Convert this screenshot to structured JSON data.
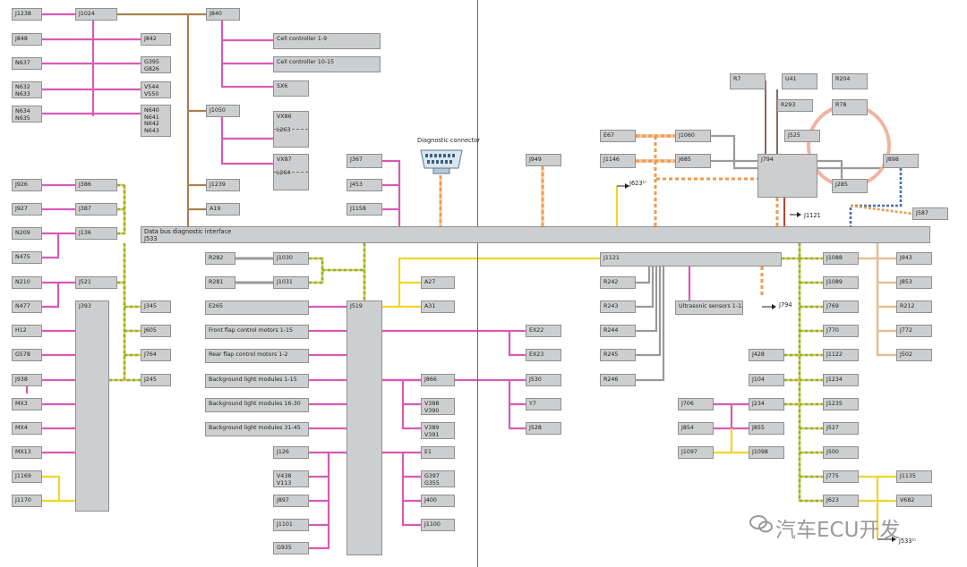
{
  "diagram": {
    "colors": {
      "pink": "#d85ab6",
      "brown": "#a9804f",
      "yellow": "#f2d42a",
      "green_yellow_dashed": "#8fb13a",
      "orange": "#f09a50",
      "grey": "#9a9a9a",
      "box": "#cdcecf"
    },
    "bus": {
      "label": "Data bus diagnostic interface\nJ533"
    },
    "diagnostic_connector": {
      "label": "Diagnostic connector"
    },
    "superscripts": {
      "j623_arrow": "J623¹⁾",
      "j794_arrow": "J794",
      "j1121_arrow": "J1121",
      "j533_arrow": "J533¹⁾"
    },
    "boxes": [
      {
        "id": "J1238",
        "label": "J1238"
      },
      {
        "id": "J1024",
        "label": "J1024"
      },
      {
        "id": "J840",
        "label": "J840"
      },
      {
        "id": "J848",
        "label": "J848"
      },
      {
        "id": "J842",
        "label": "J842"
      },
      {
        "id": "N637",
        "label": "N637"
      },
      {
        "id": "G395",
        "label": "G395\nG826"
      },
      {
        "id": "N632",
        "label": "N632\nN633"
      },
      {
        "id": "V544",
        "label": "V544\nV550"
      },
      {
        "id": "N634",
        "label": "N634\nN635"
      },
      {
        "id": "N640",
        "label": "N640\nN641\nN642\nN643"
      },
      {
        "id": "CC19",
        "label": "Cell controller 1-9"
      },
      {
        "id": "CC1015",
        "label": "Cell controller 10-15"
      },
      {
        "id": "SX6",
        "label": "SX6"
      },
      {
        "id": "J1050",
        "label": "J1050"
      },
      {
        "id": "VX86",
        "label": "VX86\n\nL263"
      },
      {
        "id": "VX87",
        "label": "VX87\n\nL264"
      },
      {
        "id": "J1239",
        "label": "J1239"
      },
      {
        "id": "A19",
        "label": "A19"
      },
      {
        "id": "J926",
        "label": "J926"
      },
      {
        "id": "J386",
        "label": "J386"
      },
      {
        "id": "J927",
        "label": "J927"
      },
      {
        "id": "J387",
        "label": "J387"
      },
      {
        "id": "N209",
        "label": "N209"
      },
      {
        "id": "J136",
        "label": "J136"
      },
      {
        "id": "N475",
        "label": "N475"
      },
      {
        "id": "N210",
        "label": "N210"
      },
      {
        "id": "J521",
        "label": "J521"
      },
      {
        "id": "N477",
        "label": "N477"
      },
      {
        "id": "J393",
        "label": "J393"
      },
      {
        "id": "H12",
        "label": "H12"
      },
      {
        "id": "G578",
        "label": "G578"
      },
      {
        "id": "J938",
        "label": "J938"
      },
      {
        "id": "MX3",
        "label": "MX3"
      },
      {
        "id": "MX4",
        "label": "MX4"
      },
      {
        "id": "MX13",
        "label": "MX13"
      },
      {
        "id": "J1169",
        "label": "J1169"
      },
      {
        "id": "J1170",
        "label": "J1170"
      },
      {
        "id": "J345",
        "label": "J345"
      },
      {
        "id": "J605",
        "label": "J605"
      },
      {
        "id": "J764",
        "label": "J764"
      },
      {
        "id": "J245",
        "label": "J245"
      },
      {
        "id": "J367",
        "label": "J367"
      },
      {
        "id": "J453",
        "label": "J453"
      },
      {
        "id": "J1158",
        "label": "J1158"
      },
      {
        "id": "R282",
        "label": "R282"
      },
      {
        "id": "J1030",
        "label": "J1030"
      },
      {
        "id": "R281",
        "label": "R281"
      },
      {
        "id": "J1031",
        "label": "J1031"
      },
      {
        "id": "E265",
        "label": "E265"
      },
      {
        "id": "J519",
        "label": "J519"
      },
      {
        "id": "A27",
        "label": "A27"
      },
      {
        "id": "A31",
        "label": "A31"
      },
      {
        "id": "FFCM",
        "label": "Front flap control motors 1-15"
      },
      {
        "id": "RFCM",
        "label": "Rear flap control motors 1-2"
      },
      {
        "id": "BLM1",
        "label": "Background light modules 1-15"
      },
      {
        "id": "BLM2",
        "label": "Background light modules 16-30"
      },
      {
        "id": "BLM3",
        "label": "Background light modules 31-45"
      },
      {
        "id": "EX22",
        "label": "EX22"
      },
      {
        "id": "EX23",
        "label": "EX23"
      },
      {
        "id": "J530",
        "label": "J530"
      },
      {
        "id": "Y7",
        "label": "Y7"
      },
      {
        "id": "J528",
        "label": "J528"
      },
      {
        "id": "J866",
        "label": "J866"
      },
      {
        "id": "V388",
        "label": "V388\nV390"
      },
      {
        "id": "V389",
        "label": "V389\nV391"
      },
      {
        "id": "J126",
        "label": "J126"
      },
      {
        "id": "E1",
        "label": "E1"
      },
      {
        "id": "V438",
        "label": "V438\nV113"
      },
      {
        "id": "G397",
        "label": "G397\nG355"
      },
      {
        "id": "J897",
        "label": "J897"
      },
      {
        "id": "J400",
        "label": "J400"
      },
      {
        "id": "J1101",
        "label": "J1101"
      },
      {
        "id": "J1100",
        "label": "J1100"
      },
      {
        "id": "G935",
        "label": "G935"
      },
      {
        "id": "J949",
        "label": "J949"
      },
      {
        "id": "R7",
        "label": "R7"
      },
      {
        "id": "U41",
        "label": "U41"
      },
      {
        "id": "R204",
        "label": "R204"
      },
      {
        "id": "R293",
        "label": "R293"
      },
      {
        "id": "R78",
        "label": "R78"
      },
      {
        "id": "E67",
        "label": "E67"
      },
      {
        "id": "J1060",
        "label": "J1060"
      },
      {
        "id": "J525",
        "label": "J525"
      },
      {
        "id": "J1146",
        "label": "J1146"
      },
      {
        "id": "J685",
        "label": "J685"
      },
      {
        "id": "J794",
        "label": "J794"
      },
      {
        "id": "J898",
        "label": "J898"
      },
      {
        "id": "J285",
        "label": "J285"
      },
      {
        "id": "J587",
        "label": "J587"
      },
      {
        "id": "J1121",
        "label": "J1121"
      },
      {
        "id": "R242",
        "label": "R242"
      },
      {
        "id": "R243",
        "label": "R243"
      },
      {
        "id": "R244",
        "label": "R244"
      },
      {
        "id": "R245",
        "label": "R245"
      },
      {
        "id": "R246",
        "label": "R246"
      },
      {
        "id": "US112",
        "label": "Ultrasonic sensors 1-12"
      },
      {
        "id": "J1088",
        "label": "J1088"
      },
      {
        "id": "J1089",
        "label": "J1089"
      },
      {
        "id": "J769",
        "label": "J769"
      },
      {
        "id": "J770",
        "label": "J770"
      },
      {
        "id": "J1122",
        "label": "J1122"
      },
      {
        "id": "J1234",
        "label": "J1234"
      },
      {
        "id": "J1235",
        "label": "J1235"
      },
      {
        "id": "J527",
        "label": "J527"
      },
      {
        "id": "J500",
        "label": "J500"
      },
      {
        "id": "J775",
        "label": "J775"
      },
      {
        "id": "J623",
        "label": "J623"
      },
      {
        "id": "J943",
        "label": "J943"
      },
      {
        "id": "J853",
        "label": "J853"
      },
      {
        "id": "R212",
        "label": "R212"
      },
      {
        "id": "J772",
        "label": "J772"
      },
      {
        "id": "J502",
        "label": "J502"
      },
      {
        "id": "J428",
        "label": "J428"
      },
      {
        "id": "J104",
        "label": "J104"
      },
      {
        "id": "J706",
        "label": "J706"
      },
      {
        "id": "J234",
        "label": "J234"
      },
      {
        "id": "J854",
        "label": "J854"
      },
      {
        "id": "J855",
        "label": "J855"
      },
      {
        "id": "J1097",
        "label": "J1097"
      },
      {
        "id": "J1098",
        "label": "J1098"
      },
      {
        "id": "J1135",
        "label": "J1135"
      },
      {
        "id": "V682",
        "label": "V682"
      }
    ],
    "watermark": "汽车ECU开发"
  }
}
